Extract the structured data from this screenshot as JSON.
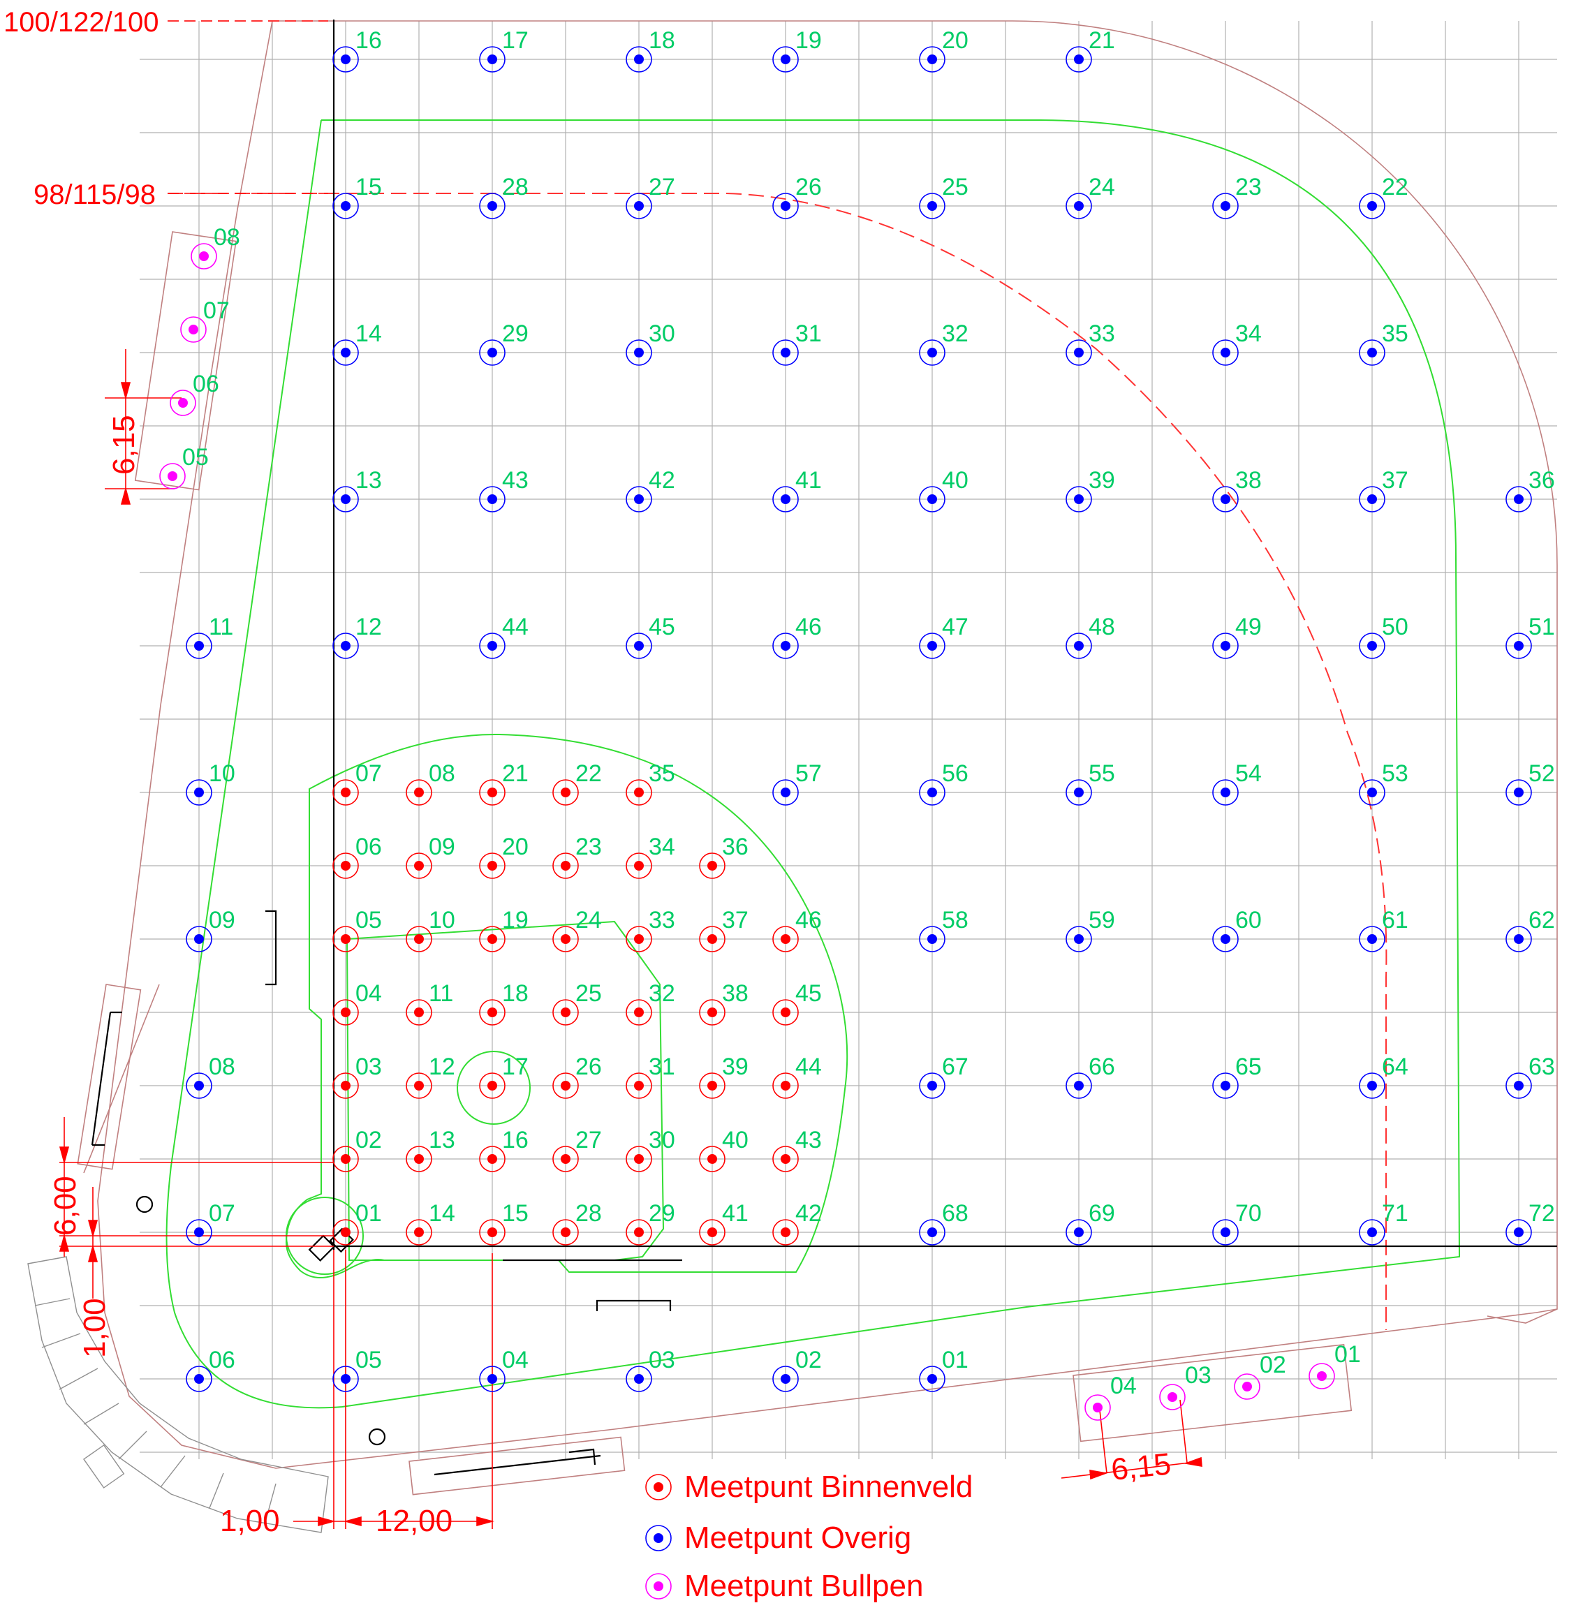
{
  "labels": {
    "top_dim": "100/122/100",
    "mid_dim": "98/115/98",
    "bullpen_left_dim": "6,15",
    "bullpen_right_dim": "6,15",
    "home_dim_600": "6,00",
    "home_dim_100_vert": "1,00",
    "bottom_dim_100": "1,00",
    "bottom_dim_1200": "12,00"
  },
  "legend": [
    {
      "label": "Meetpunt Binnenveld",
      "kind": "infield"
    },
    {
      "label": "Meetpunt Overig",
      "kind": "other"
    },
    {
      "label": "Meetpunt Bullpen",
      "kind": "bullpen"
    }
  ],
  "colors": {
    "infield": "#ff0000",
    "other": "#0000ff",
    "bullpen": "#ff00ff",
    "point_label": "#00cc66",
    "dim": "#ff0000",
    "grid": "#b0b0b0",
    "boundary": "#c08080",
    "green_line": "#33dd33",
    "axis": "#000000"
  },
  "points": {
    "other": [
      {
        "id": "16",
        "c": 1,
        "r": 0
      },
      {
        "id": "17",
        "c": 2,
        "r": 0
      },
      {
        "id": "18",
        "c": 3,
        "r": 0
      },
      {
        "id": "19",
        "c": 4,
        "r": 0
      },
      {
        "id": "20",
        "c": 5,
        "r": 0
      },
      {
        "id": "21",
        "c": 6,
        "r": 0
      },
      {
        "id": "15",
        "c": 1,
        "r": 1
      },
      {
        "id": "28",
        "c": 2,
        "r": 1
      },
      {
        "id": "27",
        "c": 3,
        "r": 1
      },
      {
        "id": "26",
        "c": 4,
        "r": 1
      },
      {
        "id": "25",
        "c": 5,
        "r": 1
      },
      {
        "id": "24",
        "c": 6,
        "r": 1
      },
      {
        "id": "23",
        "c": 7,
        "r": 1
      },
      {
        "id": "22",
        "c": 8,
        "r": 1
      },
      {
        "id": "14",
        "c": 1,
        "r": 2
      },
      {
        "id": "29",
        "c": 2,
        "r": 2
      },
      {
        "id": "30",
        "c": 3,
        "r": 2
      },
      {
        "id": "31",
        "c": 4,
        "r": 2
      },
      {
        "id": "32",
        "c": 5,
        "r": 2
      },
      {
        "id": "33",
        "c": 6,
        "r": 2
      },
      {
        "id": "34",
        "c": 7,
        "r": 2
      },
      {
        "id": "35",
        "c": 8,
        "r": 2
      },
      {
        "id": "13",
        "c": 1,
        "r": 3
      },
      {
        "id": "43",
        "c": 2,
        "r": 3
      },
      {
        "id": "42",
        "c": 3,
        "r": 3
      },
      {
        "id": "41",
        "c": 4,
        "r": 3
      },
      {
        "id": "40",
        "c": 5,
        "r": 3
      },
      {
        "id": "39",
        "c": 6,
        "r": 3
      },
      {
        "id": "38",
        "c": 7,
        "r": 3
      },
      {
        "id": "37",
        "c": 8,
        "r": 3
      },
      {
        "id": "36",
        "c": 9,
        "r": 3
      },
      {
        "id": "11",
        "c": 0,
        "r": 4
      },
      {
        "id": "12",
        "c": 1,
        "r": 4
      },
      {
        "id": "44",
        "c": 2,
        "r": 4
      },
      {
        "id": "45",
        "c": 3,
        "r": 4
      },
      {
        "id": "46",
        "c": 4,
        "r": 4
      },
      {
        "id": "47",
        "c": 5,
        "r": 4
      },
      {
        "id": "48",
        "c": 6,
        "r": 4
      },
      {
        "id": "49",
        "c": 7,
        "r": 4
      },
      {
        "id": "50",
        "c": 8,
        "r": 4
      },
      {
        "id": "51",
        "c": 9,
        "r": 4
      },
      {
        "id": "10",
        "c": 0,
        "r": 5
      },
      {
        "id": "57",
        "c": 4,
        "r": 5
      },
      {
        "id": "56",
        "c": 5,
        "r": 5
      },
      {
        "id": "55",
        "c": 6,
        "r": 5
      },
      {
        "id": "54",
        "c": 7,
        "r": 5
      },
      {
        "id": "53",
        "c": 8,
        "r": 5
      },
      {
        "id": "52",
        "c": 9,
        "r": 5
      },
      {
        "id": "09",
        "c": 0,
        "r": 6
      },
      {
        "id": "58",
        "c": 5,
        "r": 6
      },
      {
        "id": "59",
        "c": 6,
        "r": 6
      },
      {
        "id": "60",
        "c": 7,
        "r": 6
      },
      {
        "id": "61",
        "c": 8,
        "r": 6
      },
      {
        "id": "62",
        "c": 9,
        "r": 6
      },
      {
        "id": "08",
        "c": 0,
        "r": 7
      },
      {
        "id": "67",
        "c": 5,
        "r": 7
      },
      {
        "id": "66",
        "c": 6,
        "r": 7
      },
      {
        "id": "65",
        "c": 7,
        "r": 7
      },
      {
        "id": "64",
        "c": 8,
        "r": 7
      },
      {
        "id": "63",
        "c": 9,
        "r": 7
      },
      {
        "id": "07",
        "c": 0,
        "r": 8
      },
      {
        "id": "68",
        "c": 5,
        "r": 8
      },
      {
        "id": "69",
        "c": 6,
        "r": 8
      },
      {
        "id": "70",
        "c": 7,
        "r": 8
      },
      {
        "id": "71",
        "c": 8,
        "r": 8
      },
      {
        "id": "72",
        "c": 9,
        "r": 8
      },
      {
        "id": "06",
        "c": 0,
        "r": 9
      },
      {
        "id": "05",
        "c": 1,
        "r": 9
      },
      {
        "id": "04",
        "c": 2,
        "r": 9
      },
      {
        "id": "03",
        "c": 3,
        "r": 9
      },
      {
        "id": "02",
        "c": 4,
        "r": 9
      },
      {
        "id": "01",
        "c": 5,
        "r": 9
      }
    ],
    "infield": [
      {
        "id": "07",
        "c": 0,
        "r": 0
      },
      {
        "id": "08",
        "c": 1,
        "r": 0
      },
      {
        "id": "21",
        "c": 2,
        "r": 0
      },
      {
        "id": "22",
        "c": 3,
        "r": 0
      },
      {
        "id": "35",
        "c": 4,
        "r": 0
      },
      {
        "id": "06",
        "c": 0,
        "r": 1
      },
      {
        "id": "09",
        "c": 1,
        "r": 1
      },
      {
        "id": "20",
        "c": 2,
        "r": 1
      },
      {
        "id": "23",
        "c": 3,
        "r": 1
      },
      {
        "id": "34",
        "c": 4,
        "r": 1
      },
      {
        "id": "36",
        "c": 5,
        "r": 1
      },
      {
        "id": "05",
        "c": 0,
        "r": 2
      },
      {
        "id": "10",
        "c": 1,
        "r": 2
      },
      {
        "id": "19",
        "c": 2,
        "r": 2
      },
      {
        "id": "24",
        "c": 3,
        "r": 2
      },
      {
        "id": "33",
        "c": 4,
        "r": 2
      },
      {
        "id": "37",
        "c": 5,
        "r": 2
      },
      {
        "id": "46",
        "c": 6,
        "r": 2
      },
      {
        "id": "04",
        "c": 0,
        "r": 3
      },
      {
        "id": "11",
        "c": 1,
        "r": 3
      },
      {
        "id": "18",
        "c": 2,
        "r": 3
      },
      {
        "id": "25",
        "c": 3,
        "r": 3
      },
      {
        "id": "32",
        "c": 4,
        "r": 3
      },
      {
        "id": "38",
        "c": 5,
        "r": 3
      },
      {
        "id": "45",
        "c": 6,
        "r": 3
      },
      {
        "id": "03",
        "c": 0,
        "r": 4
      },
      {
        "id": "12",
        "c": 1,
        "r": 4
      },
      {
        "id": "17",
        "c": 2,
        "r": 4
      },
      {
        "id": "26",
        "c": 3,
        "r": 4
      },
      {
        "id": "31",
        "c": 4,
        "r": 4
      },
      {
        "id": "39",
        "c": 5,
        "r": 4
      },
      {
        "id": "44",
        "c": 6,
        "r": 4
      },
      {
        "id": "02",
        "c": 0,
        "r": 5
      },
      {
        "id": "13",
        "c": 1,
        "r": 5
      },
      {
        "id": "16",
        "c": 2,
        "r": 5
      },
      {
        "id": "27",
        "c": 3,
        "r": 5
      },
      {
        "id": "30",
        "c": 4,
        "r": 5
      },
      {
        "id": "40",
        "c": 5,
        "r": 5
      },
      {
        "id": "43",
        "c": 6,
        "r": 5
      },
      {
        "id": "01",
        "c": 0,
        "r": 6
      },
      {
        "id": "14",
        "c": 1,
        "r": 6
      },
      {
        "id": "15",
        "c": 2,
        "r": 6
      },
      {
        "id": "28",
        "c": 3,
        "r": 6
      },
      {
        "id": "29",
        "c": 4,
        "r": 6
      },
      {
        "id": "41",
        "c": 5,
        "r": 6
      },
      {
        "id": "42",
        "c": 6,
        "r": 6
      }
    ],
    "bullpen_left": [
      {
        "id": "08",
        "pos": 0
      },
      {
        "id": "07",
        "pos": 1
      },
      {
        "id": "06",
        "pos": 2
      },
      {
        "id": "05",
        "pos": 3
      }
    ],
    "bullpen_right": [
      {
        "id": "04",
        "pos": 0
      },
      {
        "id": "03",
        "pos": 1
      },
      {
        "id": "02",
        "pos": 2
      },
      {
        "id": "01",
        "pos": 3
      }
    ]
  }
}
